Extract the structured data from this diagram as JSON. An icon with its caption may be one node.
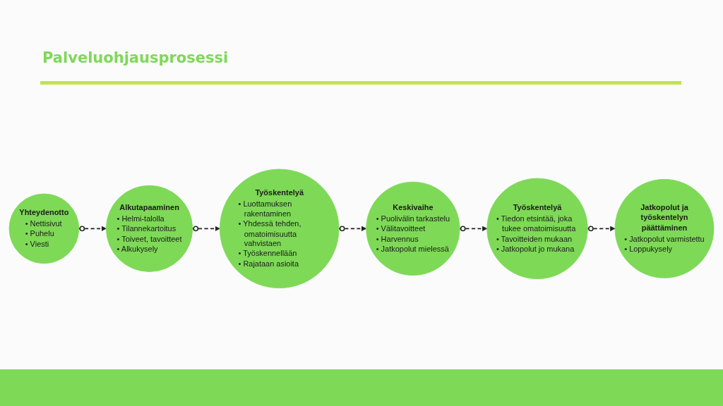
{
  "diagram": {
    "title": "Palveluohjausprosessi",
    "nodes": [
      {
        "text": [
          "Yhteydenotto",
          "• Nettisivut",
          "• Puhelu",
          "• Viesti"
        ]
      },
      {
        "text": [
          "Alkutapaaminen",
          "• Helmi-talolla",
          "• Tilannekartoitus",
          "• Toiveet, tavoitteet",
          "• Alkukysely"
        ]
      },
      {
        "text": [
          "Työskentelyä",
          "• Luottamuksen rakentaminen",
          "• Yhdessä tehden, omatoimisuutta vahvistaen",
          "• Työskennellään",
          "• Rajataan asioita"
        ]
      },
      {
        "text": [
          "Keskivaihe",
          "• Puolivälin tarkastelu",
          "• Välitavoitteet",
          "• Harvennus",
          "• Jatkopolut mielessä"
        ]
      },
      {
        "text": [
          "Työskentelyä",
          "• Tiedon etsintää, joka tukee omatoimisuutta",
          "• Tavoitteiden mukaan",
          "• Jatkopolut jo mukana"
        ]
      },
      {
        "text": [
          "Jatkopolut ja työskentelyn päättäminen",
          "• Jatkopolut varmistettu",
          "• Loppukysely"
        ]
      }
    ],
    "edges": [
      {
        "from": 0,
        "to": 1,
        "arrow": "to",
        "style": "dashed"
      },
      {
        "from": 1,
        "to": 2,
        "arrow": "to",
        "style": "dashed"
      },
      {
        "from": 2,
        "to": 3,
        "arrow": "to",
        "style": "dashed"
      },
      {
        "from": 3,
        "to": 4,
        "arrow": "to",
        "style": "dashed"
      },
      {
        "from": 4,
        "to": 5,
        "arrow": "to",
        "style": "dashed"
      }
    ]
  }
}
